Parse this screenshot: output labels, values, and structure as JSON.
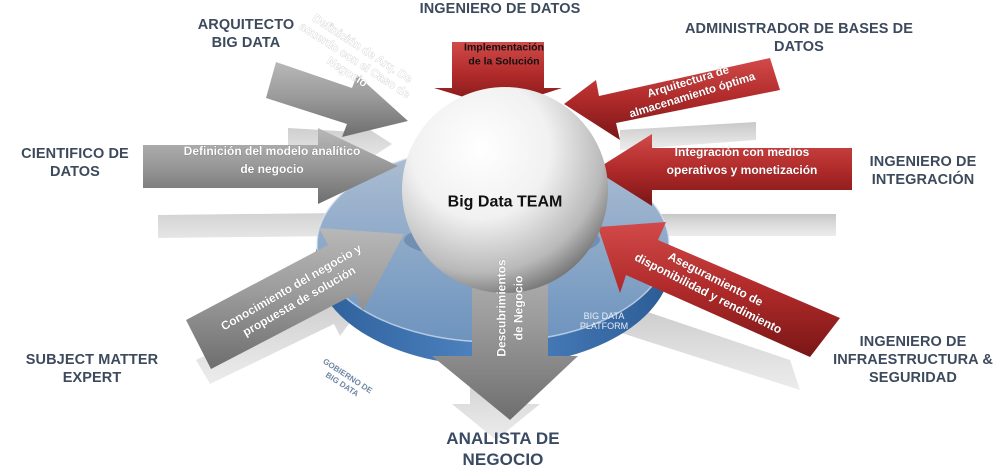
{
  "hub": {
    "title": "Big Data TEAM",
    "platform_label": "BIG DATA\nPLATFORM",
    "governance_label": "GOBIERNO DE\nBIG DATA"
  },
  "roles": {
    "arquitecto": "ARQUITECTO\nBIG DATA",
    "ingeniero_datos": "INGENIERO DE DATOS",
    "admin_bd": "ADMINISTRADOR DE BASES DE\nDATOS",
    "cientifico": "CIENTIFICO DE\nDATOS",
    "ingeniero_integracion": "INGENIERO DE\nINTEGRACIÓN",
    "sme": "SUBJECT MATTER EXPERT",
    "ingeniero_infra": "INGENIERO DE\nINFRAESTRUCTURA &\nSEGURIDAD",
    "analista": "ANALISTA DE\nNEGOCIO"
  },
  "arrows": {
    "arquitecto": "Definición de Arq. De\nacuerdo con el Caso de\nNegocio",
    "ingeniero_datos": "Implementación\nde la Solución",
    "admin_bd": "Arquitectura de\nalmacenamiento óptima",
    "cientifico": "Definición del modelo analítico\nde negocio",
    "ingeniero_integracion": "Integración con medios\noperativos y monetización",
    "sme": "Conocimiento del negocio y\npropuesta de solución",
    "ingeniero_infra": "Aseguramiento de\ndisponibilidad y rendimiento",
    "analista": "Descubrimientos\nde Negocio"
  },
  "colors": {
    "gray_arrow": "#9a9a9a",
    "red_arrow": "#b02a2a",
    "platform_blue": "#4f7fb8",
    "role_text": "#3d4a5c"
  }
}
